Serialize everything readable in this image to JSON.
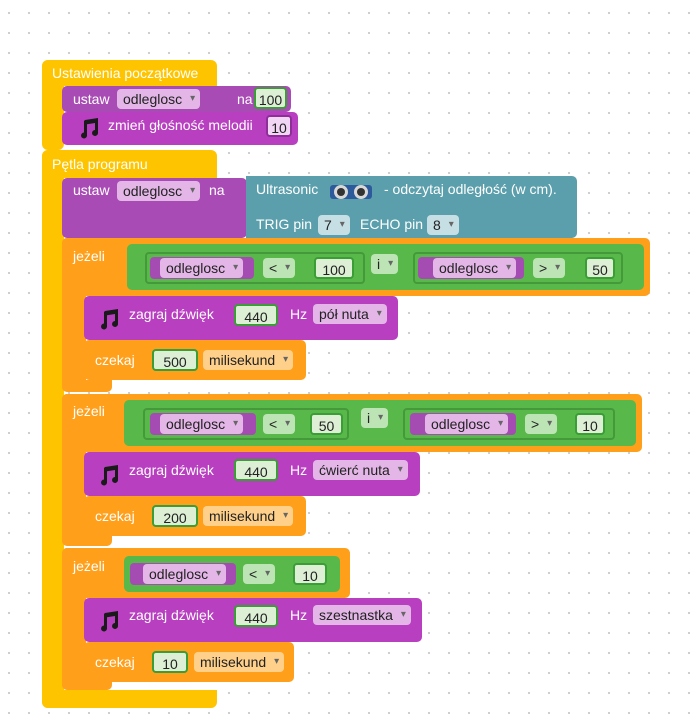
{
  "setup": {
    "title": "Ustawienia początkowe",
    "set_label": "ustaw",
    "set_var": "odleglosc",
    "set_on": "na",
    "set_value": "100",
    "volume_label": "zmień głośność melodii",
    "volume_value": "10"
  },
  "loop": {
    "title": "Pętla programu",
    "set_label": "ustaw",
    "set_var": "odleglosc",
    "set_on": "na",
    "sensor": {
      "name": "Ultrasonic",
      "action": "- odczytaj odległość (w cm).",
      "trig_label": "TRIG pin",
      "trig_value": "7",
      "echo_label": "ECHO pin",
      "echo_value": "8"
    }
  },
  "if1": {
    "label": "jeżeli",
    "left": {
      "var": "odleglosc",
      "op": "<",
      "value": "100"
    },
    "join": "i",
    "right": {
      "var": "odleglosc",
      "op": ">",
      "value": "50"
    },
    "tone": {
      "label": "zagraj dźwięk",
      "freq": "440",
      "unit": "Hz",
      "note": "pół nuta"
    },
    "wait": {
      "label": "czekaj",
      "value": "500",
      "unit": "milisekund"
    }
  },
  "if2": {
    "label": "jeżeli",
    "left": {
      "var": "odleglosc",
      "op": "<",
      "value": "50"
    },
    "join": "i",
    "right": {
      "var": "odleglosc",
      "op": ">",
      "value": "10"
    },
    "tone": {
      "label": "zagraj dźwięk",
      "freq": "440",
      "unit": "Hz",
      "note": "ćwierć nuta"
    },
    "wait": {
      "label": "czekaj",
      "value": "200",
      "unit": "milisekund"
    }
  },
  "if3": {
    "label": "jeżeli",
    "cond": {
      "var": "odleglosc",
      "op": "<",
      "value": "10"
    },
    "tone": {
      "label": "zagraj dźwięk",
      "freq": "440",
      "unit": "Hz",
      "note": "szestnastka"
    },
    "wait": {
      "label": "czekaj",
      "value": "10",
      "unit": "milisekund"
    }
  },
  "icons": {
    "note": "music-note-icon",
    "sensor": "ultrasonic-sensor-icon"
  },
  "colors": {
    "setup": "#ffc400",
    "variable": "#a94bb4",
    "sound": "#b93fc1",
    "control": "#ff9f1a",
    "logic": "#58b84a",
    "sensor": "#5b9fac"
  }
}
